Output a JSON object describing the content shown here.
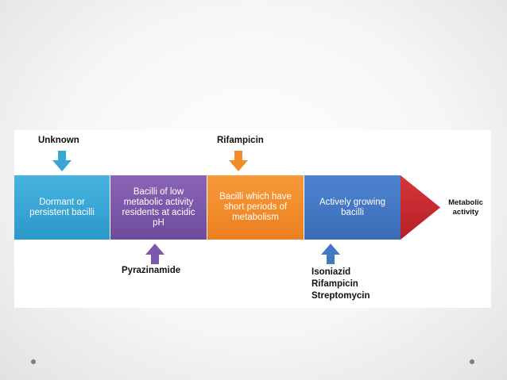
{
  "top_labels": {
    "unknown": "Unknown",
    "rifampicin": "Rifampicin"
  },
  "segments": [
    "Dormant or persistent bacilli",
    "Bacilli of low metabolic activity residents at acidic pH",
    "Bacilli which have short periods of metabolism",
    "Actively growing bacilli"
  ],
  "arrow_head_label": {
    "line1": "Metabolic",
    "line2": "activity"
  },
  "bottom_labels": {
    "pyrazinamide": "Pyrazinamide",
    "drugs": [
      "Isoniazid",
      "Rifampicin",
      "Streptomycin"
    ]
  },
  "colors": {
    "dormant": "#3aa6d6",
    "low_activity": "#7c58aa",
    "short_periods": "#f28c2b",
    "actively_growing": "#4478c2",
    "arrow_head": "#c9262b",
    "dots": "#7d7d7d"
  }
}
